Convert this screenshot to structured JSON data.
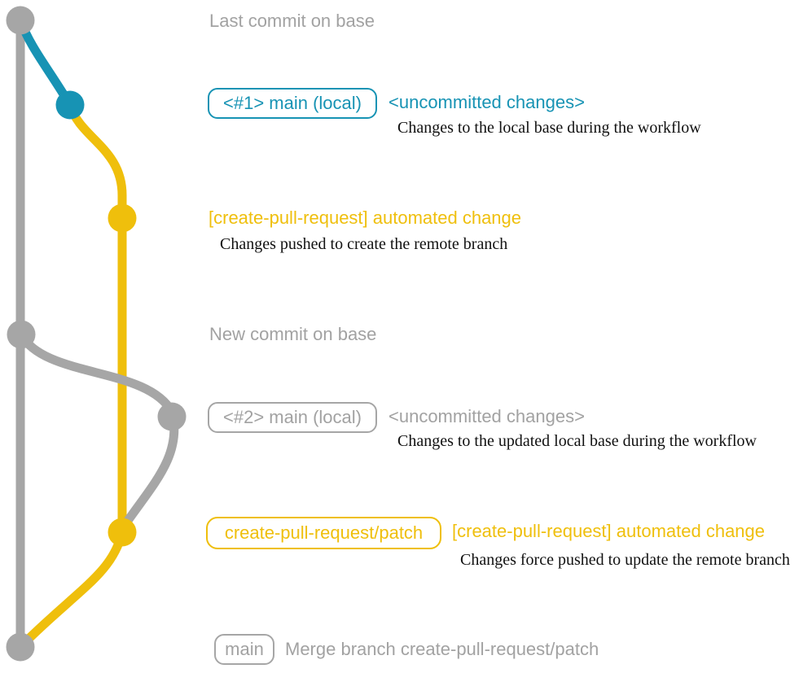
{
  "colors": {
    "gray": "#A6A6A6",
    "gray-text": "#A2A2A2",
    "teal": "#1793B4",
    "yellow": "#EFBF0C",
    "text-black": "#111111"
  },
  "annotations": {
    "last_commit_label": "Last commit on base",
    "step1": {
      "badge": "<#1> main (local)",
      "title": "<uncommitted changes>",
      "desc": "Changes to the local base during the workflow"
    },
    "step2": {
      "title": "[create-pull-request] automated change",
      "desc": "Changes pushed to create the remote branch"
    },
    "new_commit_label": "New commit on base",
    "step3": {
      "badge": "<#2> main (local)",
      "title": "<uncommitted changes>",
      "desc": "Changes to the updated local base during the workflow"
    },
    "step4": {
      "badge": "create-pull-request/patch",
      "title": "[create-pull-request] automated change",
      "desc": "Changes force pushed to update the remote branch"
    },
    "merge": {
      "badge": "main",
      "message": "Merge branch create-pull-request/patch"
    }
  }
}
